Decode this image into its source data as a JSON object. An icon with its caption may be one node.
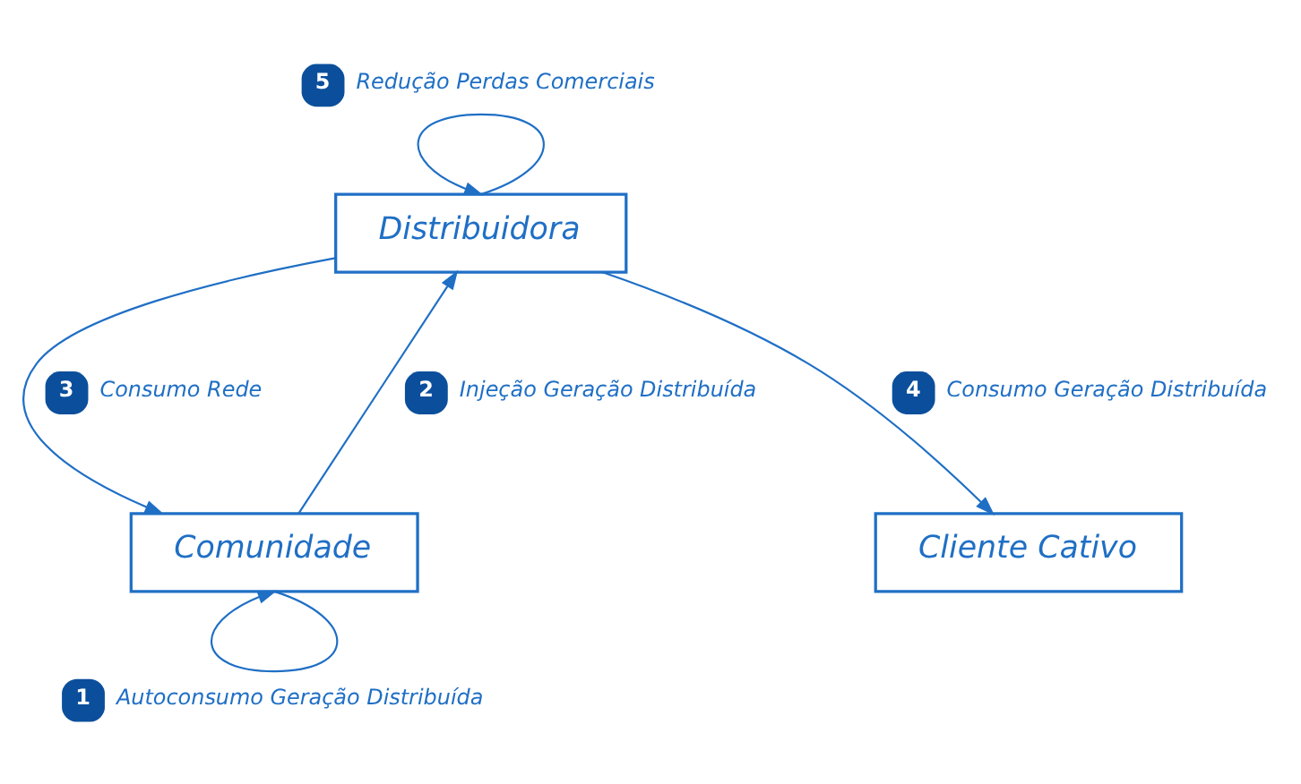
{
  "diagram": {
    "nodes": [
      {
        "text": [
          "Distribuidora"
        ]
      },
      {
        "text": [
          "Comunidade"
        ]
      },
      {
        "text": [
          "Cliente Cativo"
        ]
      }
    ],
    "edges": [
      {
        "from": 0,
        "to": 0,
        "arrow": "to",
        "label": "Redução Perdas Comerciais"
      },
      {
        "from": 0,
        "to": 1,
        "arrow": "to",
        "label": "Consumo Rede"
      },
      {
        "from": 1,
        "to": 0,
        "arrow": "to",
        "label": "Injeção Geração Distribuída"
      },
      {
        "from": 0,
        "to": 2,
        "arrow": "to",
        "label": "Consumo Geração Distribuída"
      },
      {
        "from": 1,
        "to": 1,
        "arrow": "to",
        "label": "Autoconsumo Geração Distribuída"
      }
    ],
    "labels": [
      "5",
      "3",
      "2",
      "4",
      "1"
    ]
  }
}
